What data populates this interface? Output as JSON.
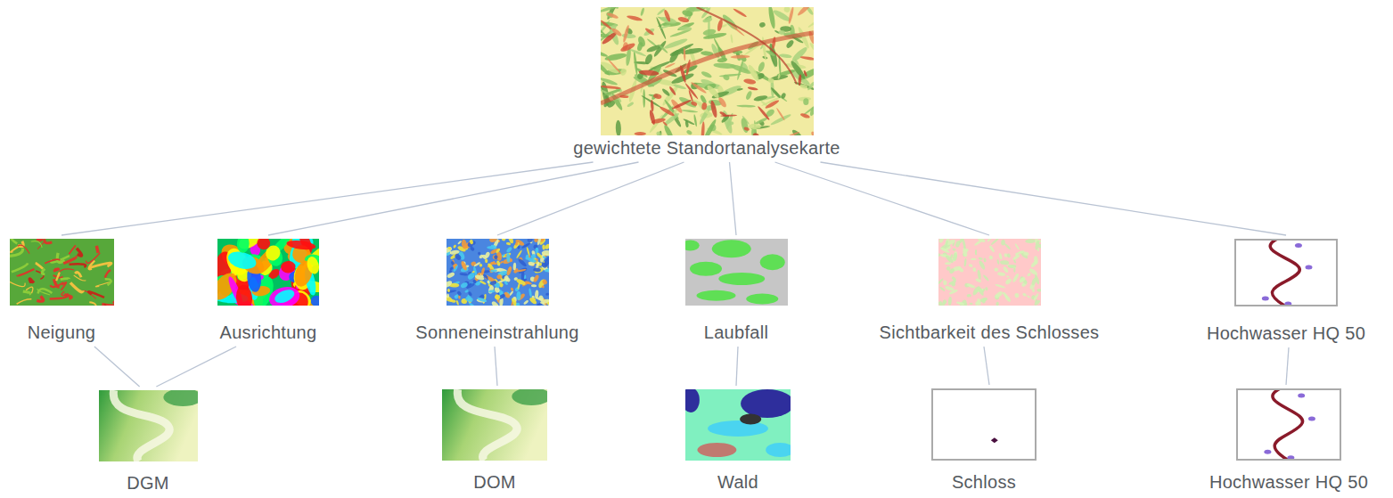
{
  "diagram": {
    "nodes": [
      {
        "text": [
          "gewichtete Standortanalysekarte"
        ]
      },
      {
        "text": [
          "Neigung"
        ]
      },
      {
        "text": [
          "Ausrichtung"
        ]
      },
      {
        "text": [
          "Sonneneinstrahlung"
        ]
      },
      {
        "text": [
          "Laubfall"
        ]
      },
      {
        "text": [
          "Sichtbarkeit des Schlosses"
        ]
      },
      {
        "text": [
          "Hochwasser HQ 50"
        ]
      },
      {
        "text": [
          "DGM"
        ]
      },
      {
        "text": [
          "DOM"
        ]
      },
      {
        "text": [
          "Wald"
        ]
      },
      {
        "text": [
          "Schloss"
        ]
      },
      {
        "text": [
          "Hochwasser HQ 50"
        ]
      }
    ],
    "edges": [
      {
        "from": 0,
        "to": 1,
        "arrow": "none"
      },
      {
        "from": 0,
        "to": 2,
        "arrow": "none"
      },
      {
        "from": 0,
        "to": 3,
        "arrow": "none"
      },
      {
        "from": 0,
        "to": 4,
        "arrow": "none"
      },
      {
        "from": 0,
        "to": 5,
        "arrow": "none"
      },
      {
        "from": 0,
        "to": 6,
        "arrow": "none"
      },
      {
        "from": 1,
        "to": 7,
        "arrow": "none"
      },
      {
        "from": 2,
        "to": 7,
        "arrow": "none"
      },
      {
        "from": 3,
        "to": 8,
        "arrow": "none"
      },
      {
        "from": 4,
        "to": 9,
        "arrow": "none"
      },
      {
        "from": 5,
        "to": 10,
        "arrow": "none"
      },
      {
        "from": 6,
        "to": 11,
        "arrow": "none"
      }
    ]
  }
}
